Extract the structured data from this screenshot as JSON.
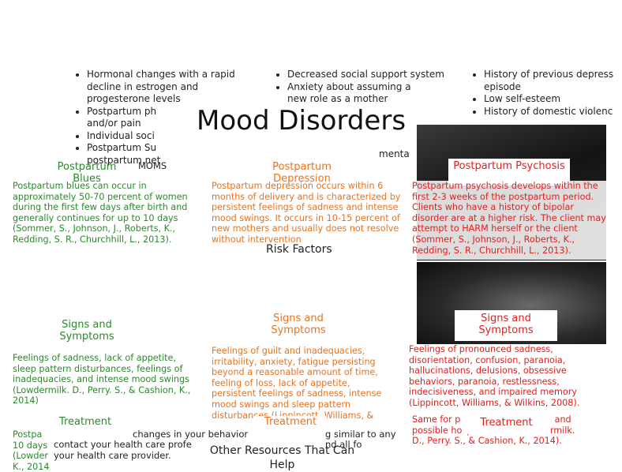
{
  "title": "Mood Disorders",
  "risk_factors": {
    "heading": "Risk Factors",
    "col1": [
      "Hormonal changes with a rapid decline in estrogen and progesterone levels",
      "Postpartum ph and/or pain",
      "Individual soci",
      "Postpartum Su postpartum.net"
    ],
    "col2": [
      "Decreased social support system",
      "Anxiety about assuming a new role as a mother"
    ],
    "col3": [
      "History of previous depress episode",
      "Low self-esteem",
      "History of domestic violenc"
    ],
    "moms_label": "MOMS",
    "fragment_mid": "menta"
  },
  "blues": {
    "header": "Postpartum Blues",
    "description": "Postpartum blues can occur in approximately 50-70 percent of women during the first few days after birth and generally continues for up to 10 days (Sommer, S., Johnson, J., Roberts, K., Redding, S. R., Churchhill, L., 2013).",
    "signs_header": "Signs and Symptoms",
    "signs": "Feelings of sadness, lack of appetite, sleep pattern disturbances, feelings of inadequacies, and intense mood swings (Lowdermilk. D., Perry. S., & Cashion, K., 2014)",
    "treatment_header": "Treatment",
    "treatment": "Postpa 10 days (Lowder K., 2014"
  },
  "depression": {
    "header": "Postpartum Depression",
    "description": "Postpartum depression occurs within 6 months of delivery and is characterized by persistent feelings of sadness and intense mood swings. It occurs in 10-15 percent of new mothers and usually does not resolve without intervention",
    "signs_header": "Signs and Symptoms",
    "signs": "Feelings of guilt and inadequacies, irritability, anxiety, fatigue persisting beyond a reasonable amount of time, feeling of loss, lack of appetite, persistent feelings of sadness, intense mood swings and sleep pattern disturbances (Lippincott, Williams, &",
    "treatment_header": "Treatment"
  },
  "psychosis": {
    "header": "Postpartum Psychosis",
    "description": "Postpartum psychosis develops within the first 2-3 weeks of the postpartum period. Clients who have a history of bipolar disorder are at a higher risk. The client may attempt to HARM herself or the client (Sommer, S., Johnson, J., Roberts, K., Redding, S. R., Churchhill, L., 2013).",
    "signs_header": "Signs and Symptoms",
    "signs": "Feelings of pronounced sadness, disorientation, confusion, paranoia, hallucinations, delusions, obsessive behaviors, paranoia, restlessness, indecisiveness, and impaired memory (Lippincott, Williams, & Wilkins, 2008).",
    "treatment_header": "Treatment",
    "treatment": "Same for p on, also including, a and possible hospitalization (Lowdermilk. D., Perry. S., & Cashion, K., 2014)."
  },
  "other": {
    "heading": "Other Resources That Can Help",
    "line1_left": "changes in your behavior",
    "line1_right": "g similar to any",
    "line2_left": "contact your health care profe",
    "line2_right": "nd all fo",
    "line3": "your health care provider."
  }
}
